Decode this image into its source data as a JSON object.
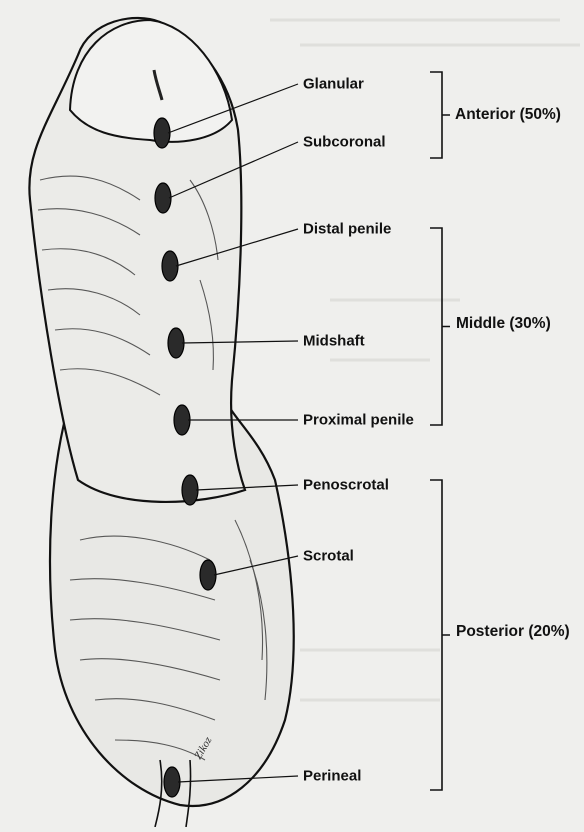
{
  "sites": [
    {
      "id": "glanular",
      "label": "Glanular"
    },
    {
      "id": "subcoronal",
      "label": "Subcoronal"
    },
    {
      "id": "distal-penile",
      "label": "Distal penile"
    },
    {
      "id": "midshaft",
      "label": "Midshaft"
    },
    {
      "id": "proximal-penile",
      "label": "Proximal penile"
    },
    {
      "id": "penoscrotal",
      "label": "Penoscrotal"
    },
    {
      "id": "scrotal",
      "label": "Scrotal"
    },
    {
      "id": "perineal",
      "label": "Perineal"
    }
  ],
  "groups": [
    {
      "id": "anterior",
      "label": "Anterior (50%)",
      "percent": 50
    },
    {
      "id": "middle",
      "label": "Middle (30%)",
      "percent": 30
    },
    {
      "id": "posterior",
      "label": "Posterior (20%)",
      "percent": 20
    }
  ],
  "colors": {
    "ink": "#111111",
    "skin": "#e9e9e6",
    "marker": "#2a2a2a",
    "background": "#efefed"
  }
}
